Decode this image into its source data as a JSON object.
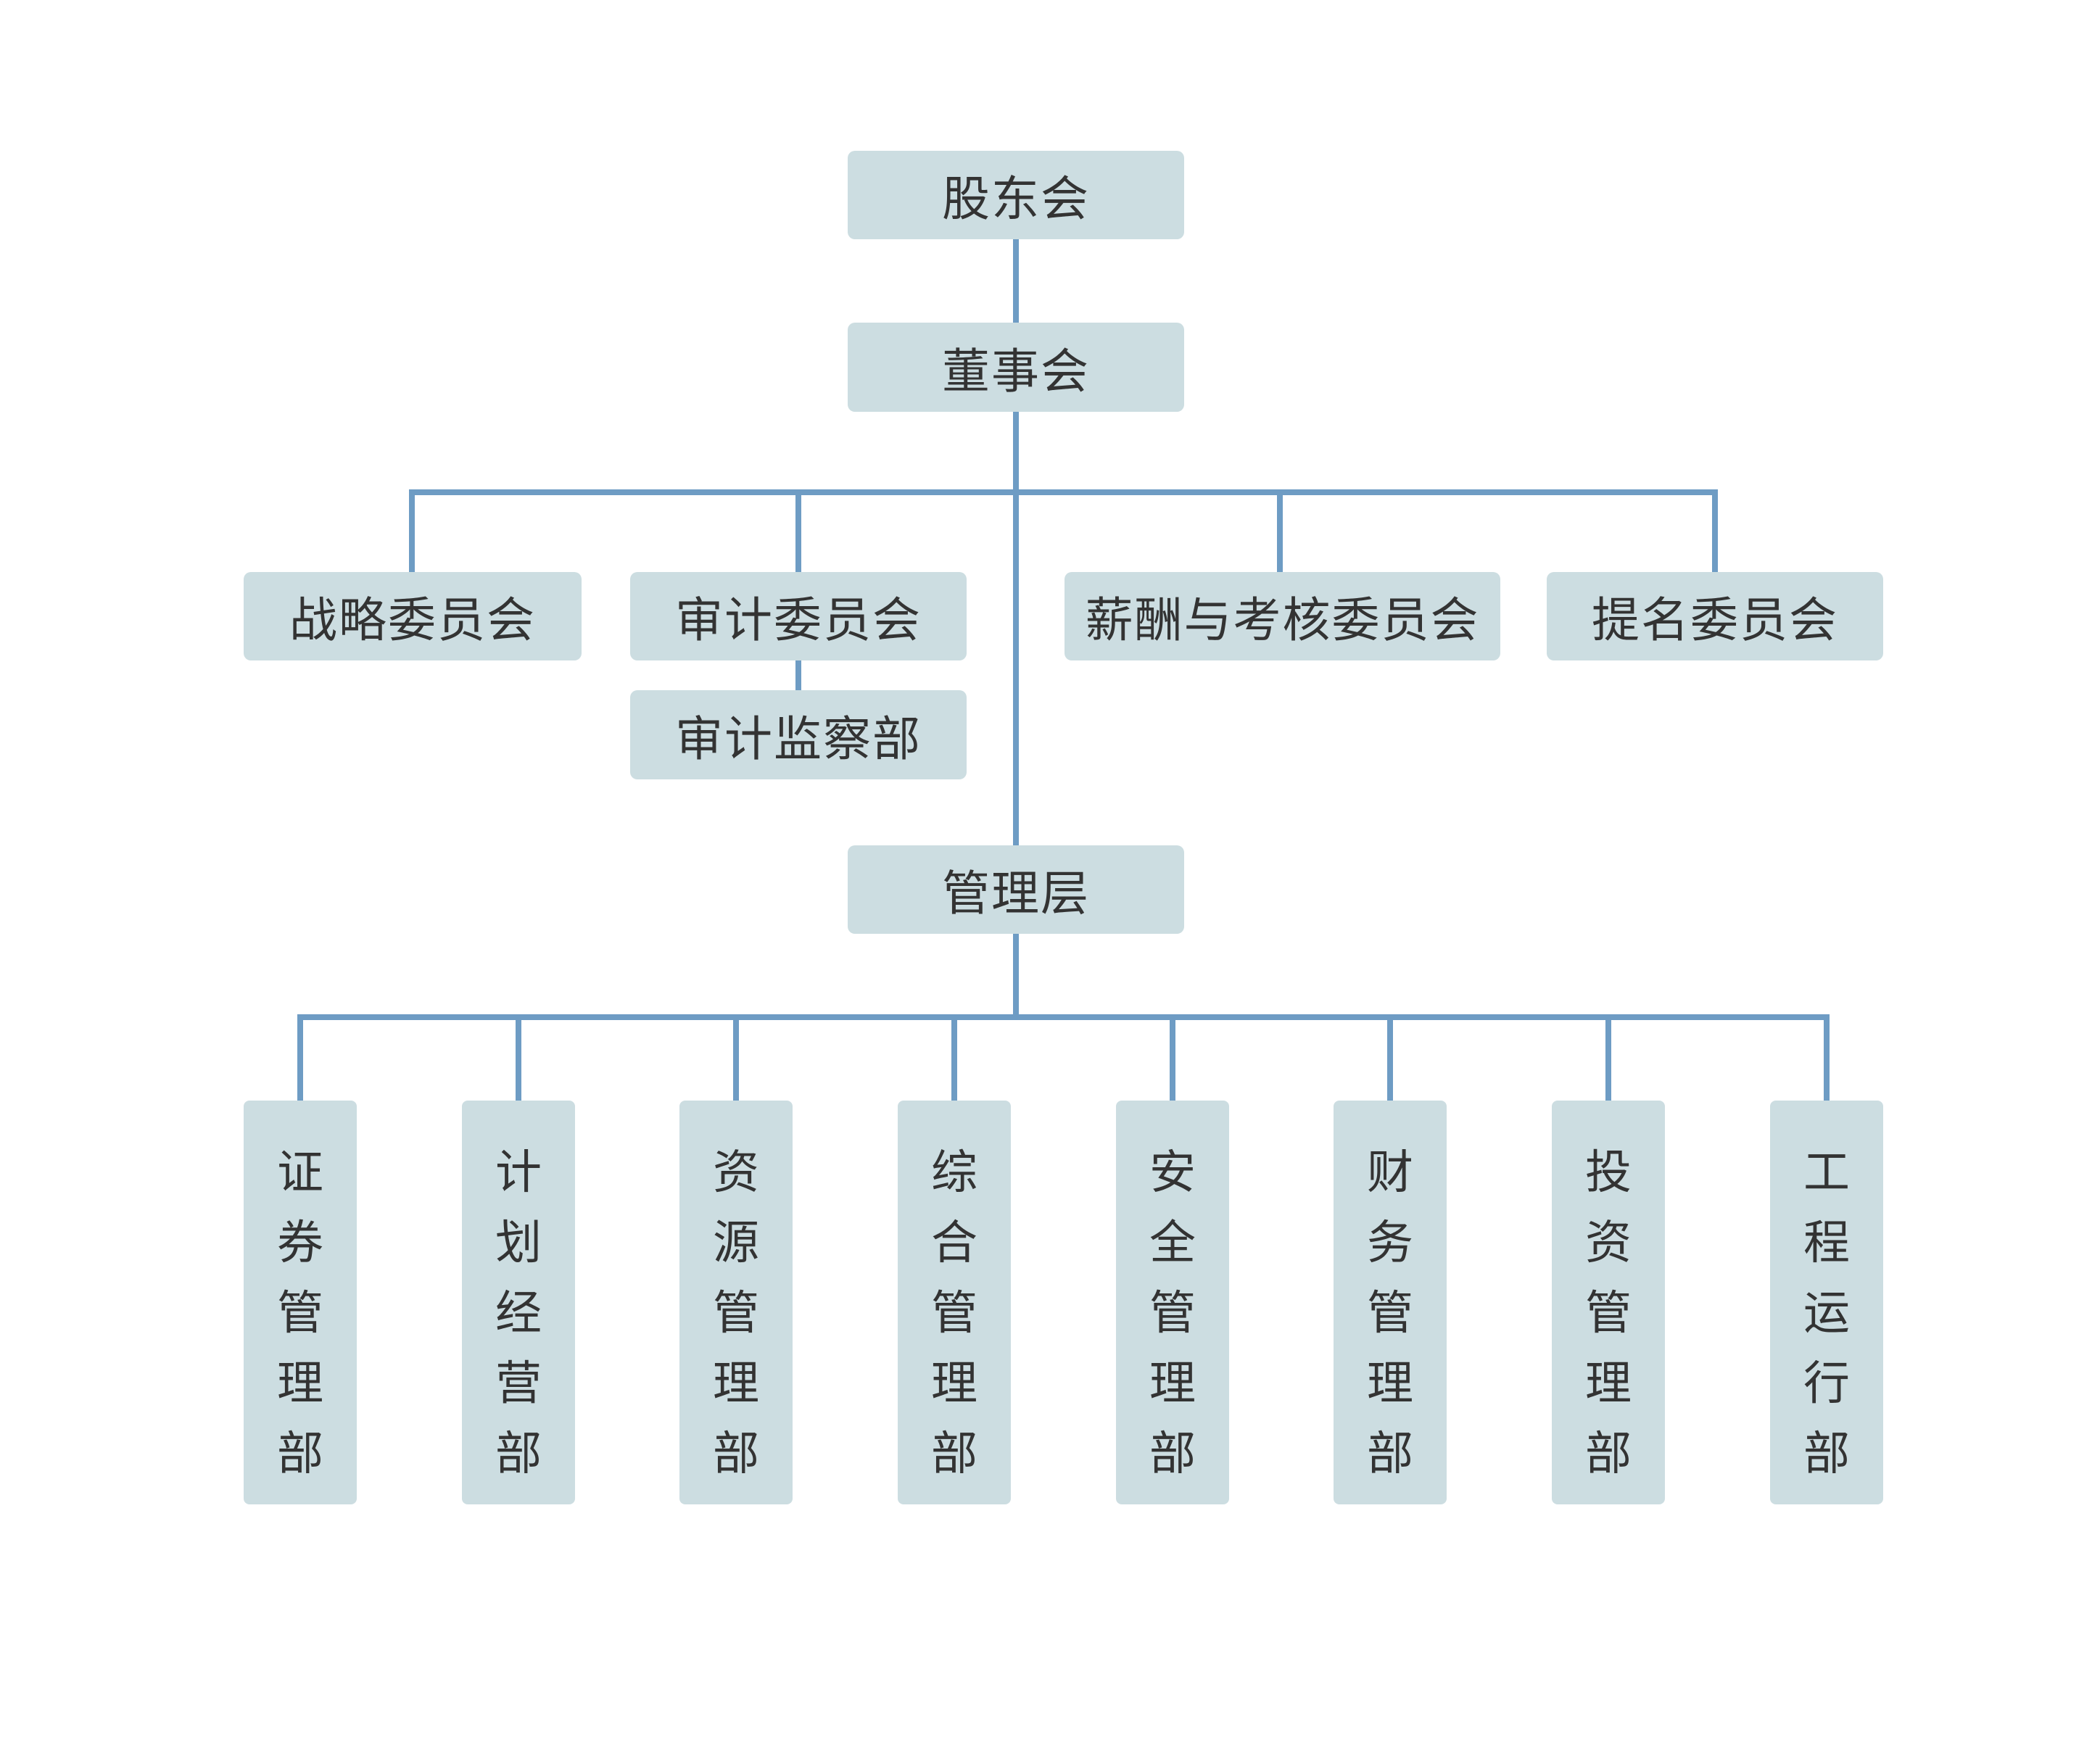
{
  "colors": {
    "box": "#ccdde1",
    "line": "#6e9cc4",
    "text": "#333333"
  },
  "top": {
    "shareholders": "股东会",
    "board": "董事会",
    "management": "管理层"
  },
  "committees": [
    "战略委员会",
    "审计委员会",
    "薪酬与考核委员会",
    "提名委员会"
  ],
  "audit_sub": "审计监察部",
  "departments": [
    [
      "证",
      "券",
      "管",
      "理",
      "部"
    ],
    [
      "计",
      "划",
      "经",
      "营",
      "部"
    ],
    [
      "资",
      "源",
      "管",
      "理",
      "部"
    ],
    [
      "综",
      "合",
      "管",
      "理",
      "部"
    ],
    [
      "安",
      "全",
      "管",
      "理",
      "部"
    ],
    [
      "财",
      "务",
      "管",
      "理",
      "部"
    ],
    [
      "投",
      "资",
      "管",
      "理",
      "部"
    ],
    [
      "工",
      "程",
      "运",
      "行",
      "部"
    ]
  ]
}
